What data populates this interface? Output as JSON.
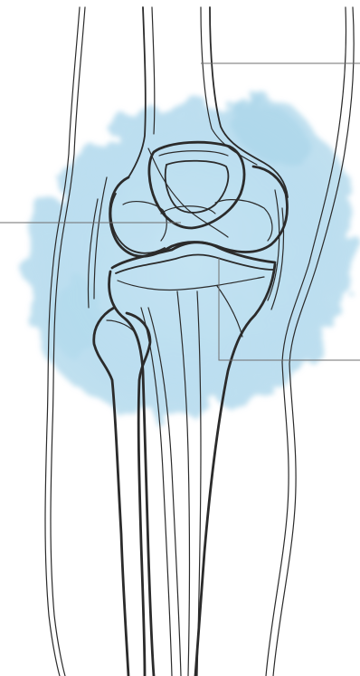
{
  "figure": {
    "subject": "knee-joint-anterior-view",
    "colors": {
      "line": "#2b2b2b",
      "leader": "#6f6f6f",
      "watercolor": "#9fd0e6",
      "background": "#ffffff"
    },
    "leader_lines": [
      {
        "name": "femur-leader-line",
        "side": "right"
      },
      {
        "name": "patella-leader-line",
        "side": "left"
      },
      {
        "name": "tibia-leader-line",
        "side": "right"
      }
    ]
  }
}
